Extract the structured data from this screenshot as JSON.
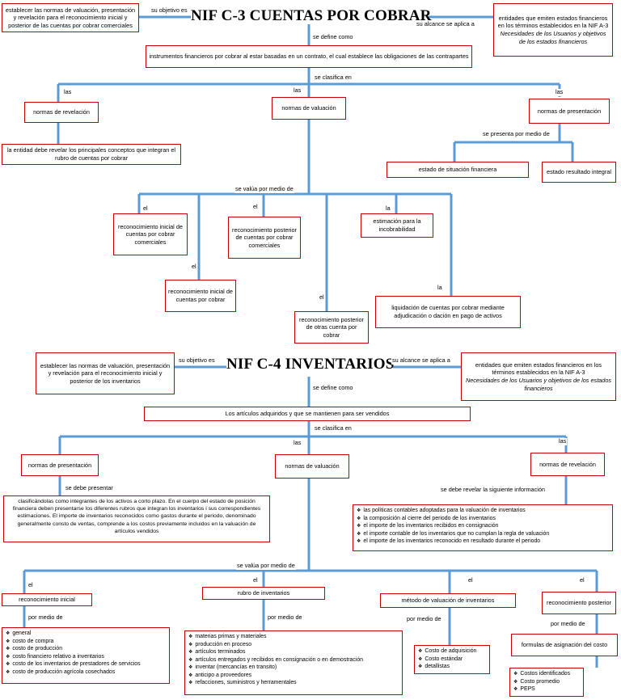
{
  "c3": {
    "title": "NIF C-3 CUENTAS POR COBRAR",
    "objetivo_label": "su objetivo es",
    "objetivo": "establecer las normas de valuación, presentación y revelación para el reconocimiento inicial y posterior de las cuentas por cobrar comerciales",
    "alcance_label": "su alcance se aplica a",
    "alcance": "entidades que emiten estados financieros en los términos establecidos en la NIF A-3",
    "alcance_it": "Necesidades de los Usuarios y objetivos de los estados financieros",
    "define_label": "se define como",
    "definicion": "instrumentos financieros por cobrar al estar basadas en un contrato, el cual establece las obligaciones de las contrapartes",
    "clasifica_label": "se clasifica en",
    "las": "las",
    "revelacion": "normas de revelación",
    "revelacion_detalle": "la entidad debe revelar los principales conceptos que integran el rubro de cuentas por cobrar",
    "valuacion": "normas de valuación",
    "presentacion": "normas de presentación",
    "presenta_label": "se presenta por medio de",
    "estado_situacion": "estado de situación financiera",
    "estado_resultado": "estado resultado integral",
    "valua_label": "se valúa por medio de",
    "el": "el",
    "la": "la",
    "rec_inicial_comerciales": "reconocimiento inicial de cuentas por cobrar comerciales",
    "rec_inicial_cxc": "reconocimiento inicial de cuentas por cobrar",
    "rec_posterior_comerciales": "reconocimiento posterior de cuentas por cobrar comerciales",
    "rec_posterior_otras": "reconocimiento posterior de otras cuenta por cobrar",
    "estimacion": "estimación para la incobrabilidad",
    "liquidacion": "liquidación de cuentas por cobrar mediante adjudicación o dación en pago de activos"
  },
  "c4": {
    "title": "NIF C-4 INVENTARIOS",
    "objetivo_label": "su objetivo es",
    "objetivo": "establecer las normas de valuación, presentación y revelación para el reconocimiento inicial y posterior de los inventarios",
    "alcance_label": "su alcance se aplica a",
    "alcance": "entidades que emiten estados financieros en los términos establecidos en la NIF A-3",
    "alcance_it": "Necesidades de los Usuarios y objetivos de los estados financieros",
    "define_label": "se define como",
    "definicion": "Los artículos adquiridos y que se mantienen para ser vendidos",
    "clasifica_label": "se clasifica en",
    "las": "las",
    "presentacion": "normas de presentación",
    "valuacion": "normas de valuación",
    "revelacion": "normas de revelación",
    "debe_presentar_label": "se debe presentar",
    "presentar_detalle": "clasificándolas como integrantes de los activos a corto plazo. En el cuerpo del estado de posición financiera deben presentarse los diferentes rubros que integran los inventarios i sus correspondientes estimaciones. El importe de inventarios reconocidos como gastos durante el periodo, denominado generalmente consto de ventas, comprende a los costos previamente incluidos en la valuación de artículos vendidos",
    "debe_revelar_label": "se debe revelar la siguiente información",
    "revelar_items": [
      "las políticas contables adoptadas para la valuación de inventarios",
      "la composición al cierre del periodo de los inventarios",
      "el importe de los inventarios recibidos en consignación",
      "el importe contable de los inventarios que no cumplan la regla de valuación",
      "el importe de los inventarios reconocido en resultado durante el periodo"
    ],
    "valua_label": "se valúa por medio de",
    "el": "el",
    "rec_inicial": "reconocimiento inicial",
    "rubro": "rubro de inventarios",
    "metodo": "método de valuación de inventarios",
    "rec_posterior": "reconocimiento posterior",
    "por_medio": "por medio de",
    "rec_inicial_items": [
      "general",
      "costo de compra",
      "costo de producción",
      "costo financiero relativo a inventarios",
      "costo de los inventarios de prestadores de servicios",
      "costo de producción agrícola cosechados"
    ],
    "rubro_items": [
      "materias primas y materiales",
      "producción en proceso",
      "artículos terminados",
      "artículos entregados y recibidos en consignación o en demostración",
      "inventar (mercancías en transito)",
      "anticipo a proveedores",
      "refacciones, suministros y herramentales"
    ],
    "metodo_items": [
      "Costo de adquisición",
      "Costo estándar",
      "detallistas"
    ],
    "formulas": "formulas de asignación del costo",
    "formulas_items": [
      "Costos identificados",
      "Costo promedio",
      "PEPS"
    ]
  },
  "colors": {
    "line": "#5b9bd5",
    "border": "#c00000"
  }
}
